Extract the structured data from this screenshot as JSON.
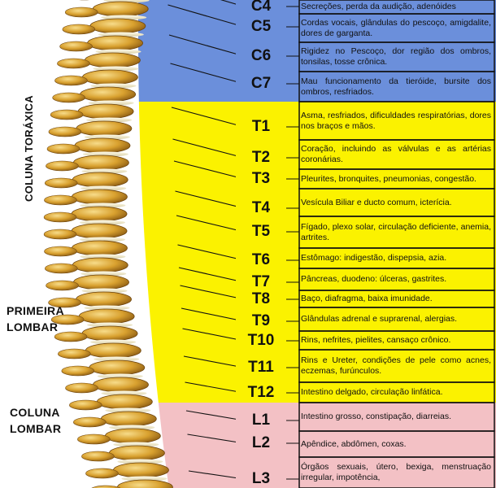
{
  "side_labels": {
    "toracica": "COLUNA TORÁXICA",
    "primeira_1": "PRIMEIRA",
    "primeira_2": "LOMBAR",
    "lombar_1": "COLUNA",
    "lombar_2": "LOMBAR"
  },
  "colors": {
    "cervical": "#6b8fdb",
    "thoracic": "#fbf200",
    "lumbar": "#f3c1c5",
    "bone": "#d9a12f",
    "bone_light": "#f3d27a",
    "disc": "#f5f0e0"
  },
  "vertebrae": [
    {
      "id": "C4",
      "region": "cervical",
      "desc": "Secreções, perda da audição, adenóides"
    },
    {
      "id": "C5",
      "region": "cervical",
      "desc": "Cordas vocais, glândulas do pescoço, amigdalite, dores de garganta."
    },
    {
      "id": "C6",
      "region": "cervical",
      "desc": "Rigidez no Pescoço, dor região dos ombros, tonsilas, tosse crônica."
    },
    {
      "id": "C7",
      "region": "cervical",
      "desc": "Mau funcionamento da tieróide, bursite dos ombros, resfriados."
    },
    {
      "id": "T1",
      "region": "thoracic",
      "desc": "Asma, resfriados, dificuldades respiratórias, dores nos braços e mãos."
    },
    {
      "id": "T2",
      "region": "thoracic",
      "desc": "Coração, incluindo as válvulas e as artérias coronárias."
    },
    {
      "id": "T3",
      "region": "thoracic",
      "desc": "Pleurites, bronquites, pneumonias, congestão."
    },
    {
      "id": "T4",
      "region": "thoracic",
      "desc": "Vesícula Biliar e ducto comum, icterícia."
    },
    {
      "id": "T5",
      "region": "thoracic",
      "desc": "Fígado, plexo solar, circulação deficiente, anemia, artrites."
    },
    {
      "id": "T6",
      "region": "thoracic",
      "desc": "Estômago: indigestão, dispepsia, azia."
    },
    {
      "id": "T7",
      "region": "thoracic",
      "desc": "Pâncreas, duodeno: úlceras, gastrites."
    },
    {
      "id": "T8",
      "region": "thoracic",
      "desc": "Baço, diafragma, baixa imunidade."
    },
    {
      "id": "T9",
      "region": "thoracic",
      "desc": "Glândulas adrenal e suprarenal, alergias."
    },
    {
      "id": "T10",
      "region": "thoracic",
      "desc": "Rins, nefrites, pielites, cansaço crônico."
    },
    {
      "id": "T11",
      "region": "thoracic",
      "desc": "Rins e Ureter, condições de pele como acnes, eczemas, furúnculos."
    },
    {
      "id": "T12",
      "region": "thoracic",
      "desc": "Intestino delgado, circulação linfática."
    },
    {
      "id": "L1",
      "region": "lumbar",
      "desc": "Intestino grosso, constipação, diarreias."
    },
    {
      "id": "L2",
      "region": "lumbar",
      "desc": "Apêndice, abdômen, coxas."
    },
    {
      "id": "L3",
      "region": "lumbar",
      "desc": "Órgãos sexuais, útero, bexiga, menstruação irregular, impotência,"
    }
  ]
}
